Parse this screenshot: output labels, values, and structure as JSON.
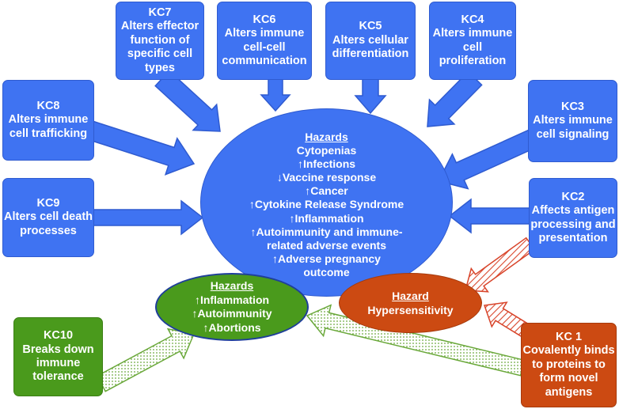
{
  "key_characteristics": [
    {
      "id": "kc1",
      "code": "KC 1",
      "text": "Covalently binds to proteins to form novel antigens",
      "color": "#cc4a12"
    },
    {
      "id": "kc2",
      "code": "KC2",
      "text": "Affects antigen processing and presentation",
      "color": "#3f73f2"
    },
    {
      "id": "kc3",
      "code": "KC3",
      "text": "Alters immune cell signaling",
      "color": "#3f73f2"
    },
    {
      "id": "kc4",
      "code": "KC4",
      "text": "Alters immune cell proliferation",
      "color": "#3f73f2"
    },
    {
      "id": "kc5",
      "code": "KC5",
      "text": "Alters cellular differentiation",
      "color": "#3f73f2"
    },
    {
      "id": "kc6",
      "code": "KC6",
      "text": "Alters immune cell-cell communication",
      "color": "#3f73f2"
    },
    {
      "id": "kc7",
      "code": "KC7",
      "text": "Alters effector function of specific cell types",
      "color": "#3f73f2"
    },
    {
      "id": "kc8",
      "code": "KC8",
      "text": "Alters immune cell trafficking",
      "color": "#3f73f2"
    },
    {
      "id": "kc9",
      "code": "KC9",
      "text": "Alters cell death processes",
      "color": "#3f73f2"
    },
    {
      "id": "kc10",
      "code": "KC10",
      "text": "Breaks down immune tolerance",
      "color": "#4a9a1c"
    }
  ],
  "hazards_main": {
    "title": "Hazards",
    "items": [
      "Cytopenias",
      "↑Infections",
      "↓Vaccine response",
      "↑Cancer",
      "↑Cytokine Release Syndrome",
      "↑Inflammation",
      "↑Autoimmunity and immune-",
      "related adverse events",
      "↑Adverse pregnancy",
      "outcome"
    ]
  },
  "hazards_green": {
    "title": "Hazards",
    "items": [
      "↑Inflammation",
      "↑Autoimmunity",
      "↑Abortions"
    ]
  },
  "hazard_orange": {
    "title": "Hazard",
    "items": [
      "Hypersensitivity"
    ]
  },
  "colors": {
    "blue": "#3f73f2",
    "green": "#4a9a1c",
    "orange": "#cc4a12",
    "hatch_red": "#d8442a",
    "dots_green": "#6aa83a"
  }
}
